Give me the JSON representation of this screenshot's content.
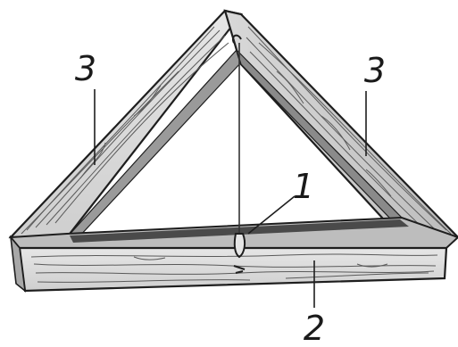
{
  "figure": {
    "labels": {
      "plumb_bob": "1",
      "base_board": "2",
      "left_leg": "3",
      "right_leg": "3"
    },
    "colors": {
      "wood_light": "#e2e2e2",
      "wood_mid": "#c8c8c8",
      "wood_dark": "#7a7a7a",
      "outline": "#1e1e1e",
      "grain": "#5a5a5a",
      "string": "#333333"
    }
  }
}
